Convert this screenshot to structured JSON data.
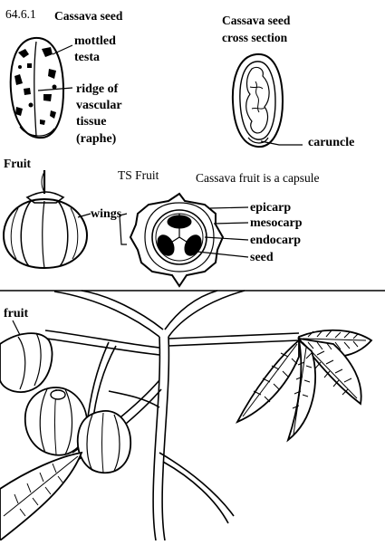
{
  "figure_id": "64.6.1",
  "seed": {
    "title": "Cassava seed",
    "labels": [
      "mottled",
      "testa",
      "ridge of",
      "vascular",
      "tissue",
      "(raphe)"
    ]
  },
  "cross_section": {
    "title_line1": "Cassava seed",
    "title_line2": "cross section",
    "label": "caruncle"
  },
  "fruit": {
    "title": "Fruit",
    "label": "wings"
  },
  "ts_fruit": {
    "title": "TS Fruit",
    "caption": "Cassava fruit is a capsule",
    "labels": [
      "epicarp",
      "mesocarp",
      "endocarp",
      "seed"
    ]
  },
  "branch": {
    "label": "fruit"
  }
}
